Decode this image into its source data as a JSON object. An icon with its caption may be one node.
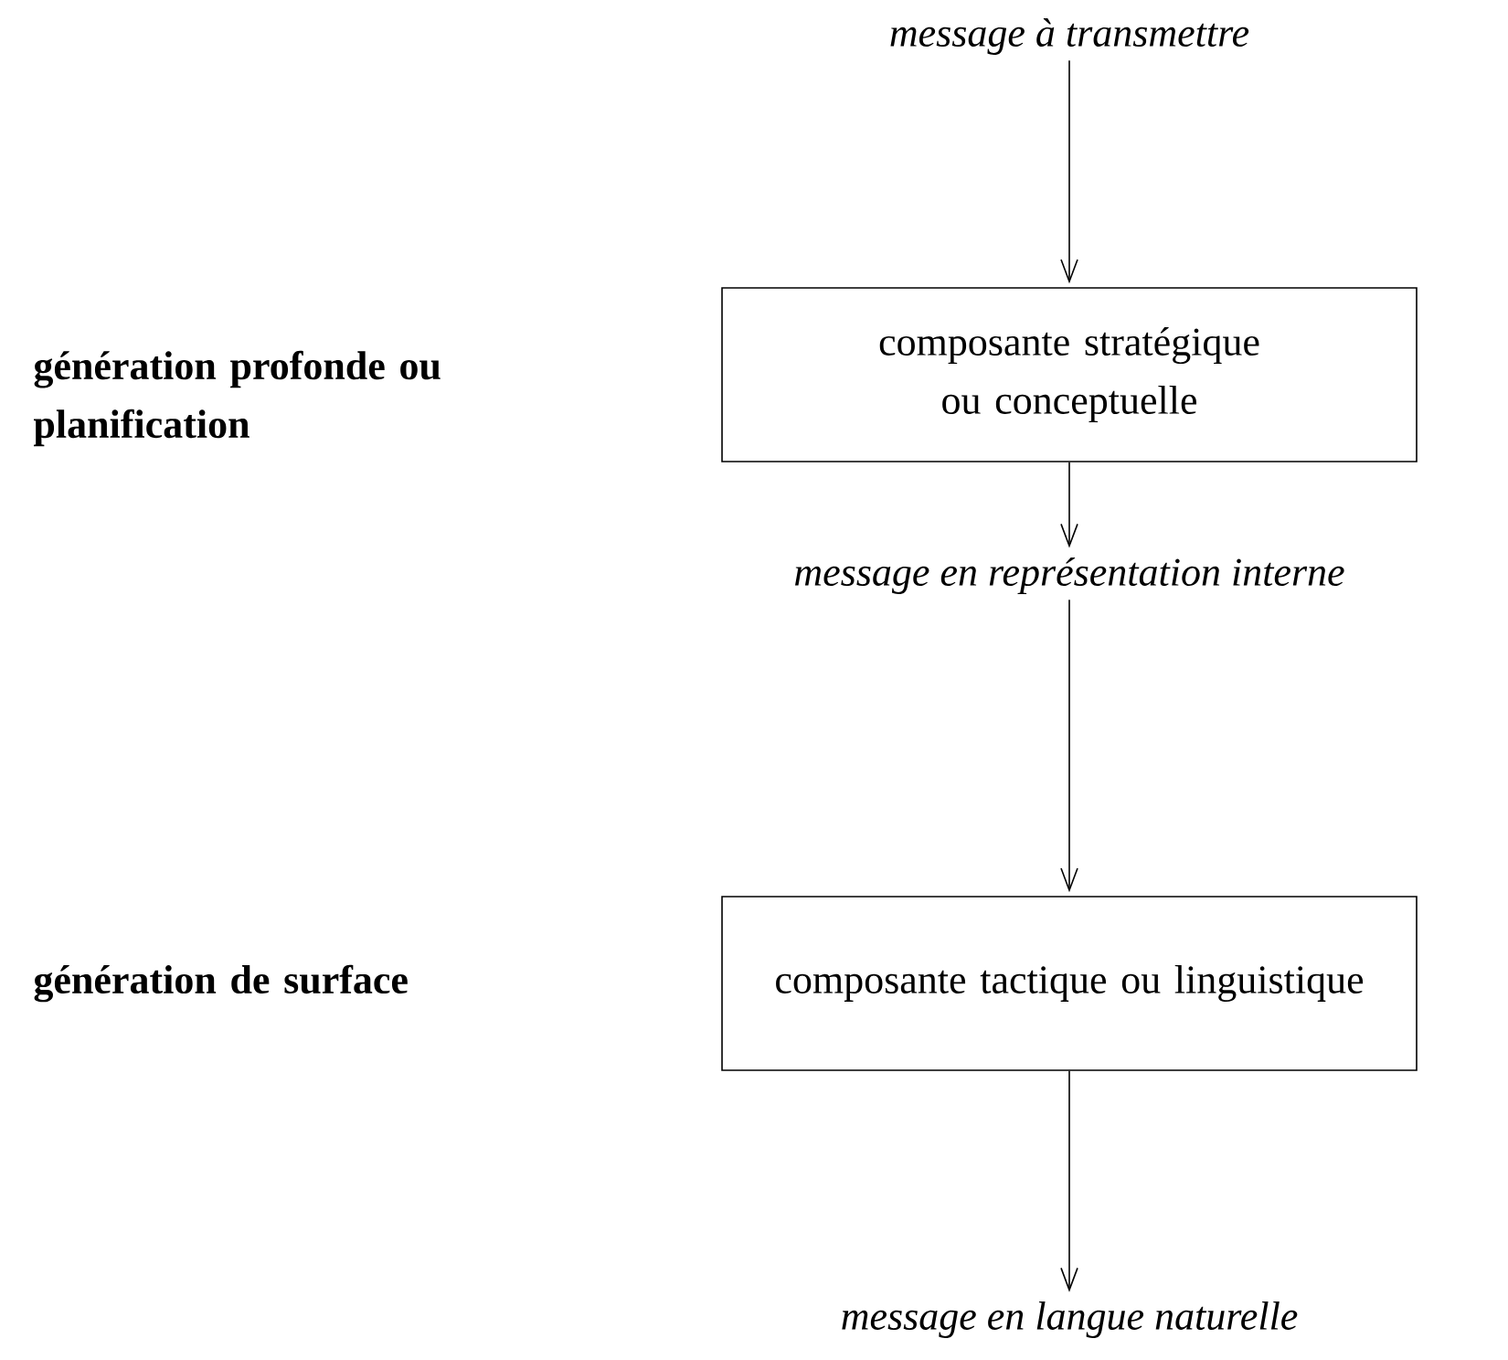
{
  "diagram": {
    "nodes": [
      {
        "text": [
          "*message à transmettre*"
        ]
      },
      {
        "text": [
          "composante stratégique ou conceptuelle"
        ]
      },
      {
        "text": [
          "*message en représentation interne*"
        ]
      },
      {
        "text": [
          "composante tactique ou linguistique"
        ]
      },
      {
        "text": [
          "*message en langue naturelle*"
        ]
      }
    ],
    "edges": [
      {
        "from": 0,
        "to": 1,
        "arrow": "to"
      },
      {
        "from": 1,
        "to": 2,
        "arrow": "to"
      },
      {
        "from": 2,
        "to": 3,
        "arrow": "to"
      },
      {
        "from": 3,
        "to": 4,
        "arrow": "to"
      }
    ],
    "labels": [
      "génération profonde ou planification",
      "génération de surface"
    ]
  }
}
